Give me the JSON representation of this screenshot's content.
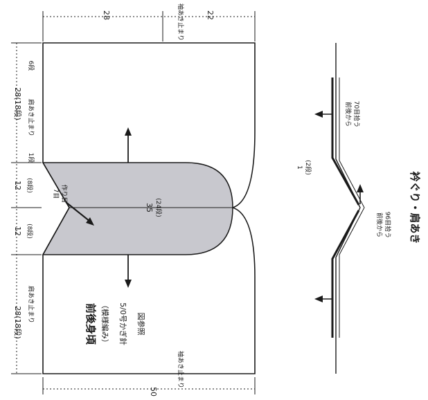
{
  "left_diagram": {
    "title": "前後身頃",
    "subtitle": "（模様編み）",
    "hook": "5/0号かぎ針",
    "ref": "図参照",
    "center_label": "35",
    "center_rows": "(24段)",
    "neck_label_1": "7目",
    "neck_label_2": "作り目",
    "dims": {
      "top_left": "28",
      "top_right": "22",
      "bottom": "50",
      "side_top": "28(18段)",
      "side_12a": "12",
      "side_8a": "(8段)",
      "side_12b": "12",
      "side_8b": "(8段)",
      "side_bottom": "28(18段)",
      "one_row": "1段",
      "six_rows": "6段"
    },
    "notes": {
      "sleeve_top": "袖あき止まり",
      "shoulder_top": "肩あき止まり",
      "shoulder_bottom": "肩あき止まり",
      "sleeve_bottom": "袖あき止まり"
    }
  },
  "right_diagram": {
    "title": "衿ぐり・肩あき",
    "label_upper_1": "前後から",
    "label_upper_2": "70目拾う",
    "label_middle_1": "前後から",
    "label_middle_2": "96目拾う",
    "label_one": "1",
    "label_two_rows": "(2段)"
  }
}
